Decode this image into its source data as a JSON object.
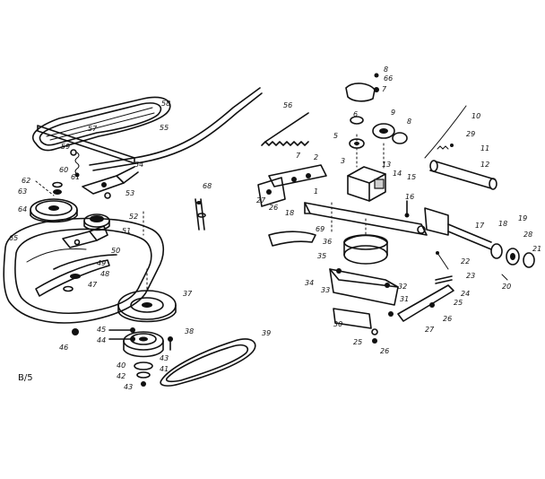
{
  "diagram_code": "B/5",
  "callouts": [
    {
      "id": "c58",
      "text": "58"
    },
    {
      "id": "c57",
      "text": "57"
    },
    {
      "id": "c59",
      "text": "59"
    },
    {
      "id": "c56",
      "text": "56"
    },
    {
      "id": "c55",
      "text": "55"
    },
    {
      "id": "c60",
      "text": "60"
    },
    {
      "id": "c61",
      "text": "61"
    },
    {
      "id": "c62",
      "text": "62"
    },
    {
      "id": "c63",
      "text": "63"
    },
    {
      "id": "c64",
      "text": "64"
    },
    {
      "id": "c54",
      "text": "54"
    },
    {
      "id": "c53",
      "text": "53"
    },
    {
      "id": "c52",
      "text": "52"
    },
    {
      "id": "c51",
      "text": "51"
    },
    {
      "id": "c50",
      "text": "50"
    },
    {
      "id": "c65",
      "text": "65"
    },
    {
      "id": "c49",
      "text": "49"
    },
    {
      "id": "c48",
      "text": "48"
    },
    {
      "id": "c47",
      "text": "47"
    },
    {
      "id": "c46",
      "text": "46"
    },
    {
      "id": "c45",
      "text": "45"
    },
    {
      "id": "c44",
      "text": "44"
    },
    {
      "id": "c40",
      "text": "40"
    },
    {
      "id": "c42",
      "text": "42"
    },
    {
      "id": "c43a",
      "text": "43"
    },
    {
      "id": "c43b",
      "text": "43"
    },
    {
      "id": "c41",
      "text": "41"
    },
    {
      "id": "c37",
      "text": "37"
    },
    {
      "id": "c38",
      "text": "38"
    },
    {
      "id": "c39",
      "text": "39"
    },
    {
      "id": "c68",
      "text": "68"
    },
    {
      "id": "c8a",
      "text": "8"
    },
    {
      "id": "c66",
      "text": "66"
    },
    {
      "id": "c7a",
      "text": "7"
    },
    {
      "id": "c6",
      "text": "6"
    },
    {
      "id": "c9",
      "text": "9"
    },
    {
      "id": "c8b",
      "text": "8"
    },
    {
      "id": "c10",
      "text": "10"
    },
    {
      "id": "c5",
      "text": "5"
    },
    {
      "id": "c29",
      "text": "29"
    },
    {
      "id": "c11",
      "text": "11"
    },
    {
      "id": "c12",
      "text": "12"
    },
    {
      "id": "c7b",
      "text": "7"
    },
    {
      "id": "c2",
      "text": "2"
    },
    {
      "id": "c3",
      "text": "3"
    },
    {
      "id": "c13",
      "text": "13"
    },
    {
      "id": "c14",
      "text": "14"
    },
    {
      "id": "c15",
      "text": "15"
    },
    {
      "id": "c27a",
      "text": "27"
    },
    {
      "id": "c26a",
      "text": "26"
    },
    {
      "id": "c18a",
      "text": "18"
    },
    {
      "id": "c1",
      "text": "1"
    },
    {
      "id": "c16",
      "text": "16"
    },
    {
      "id": "c69",
      "text": "69"
    },
    {
      "id": "c36",
      "text": "36"
    },
    {
      "id": "c35",
      "text": "35"
    },
    {
      "id": "c34",
      "text": "34"
    },
    {
      "id": "c33",
      "text": "33"
    },
    {
      "id": "c32",
      "text": "32"
    },
    {
      "id": "c31",
      "text": "31"
    },
    {
      "id": "c30",
      "text": "30"
    },
    {
      "id": "c17",
      "text": "17"
    },
    {
      "id": "c18b",
      "text": "18"
    },
    {
      "id": "c19",
      "text": "19"
    },
    {
      "id": "c28",
      "text": "28"
    },
    {
      "id": "c21",
      "text": "21"
    },
    {
      "id": "c22",
      "text": "22"
    },
    {
      "id": "c23",
      "text": "23"
    },
    {
      "id": "c20",
      "text": "20"
    },
    {
      "id": "c24",
      "text": "24"
    },
    {
      "id": "c25a",
      "text": "25"
    },
    {
      "id": "c26b",
      "text": "26"
    },
    {
      "id": "c27b",
      "text": "27"
    },
    {
      "id": "c25b",
      "text": "25"
    },
    {
      "id": "c26c",
      "text": "26"
    }
  ]
}
